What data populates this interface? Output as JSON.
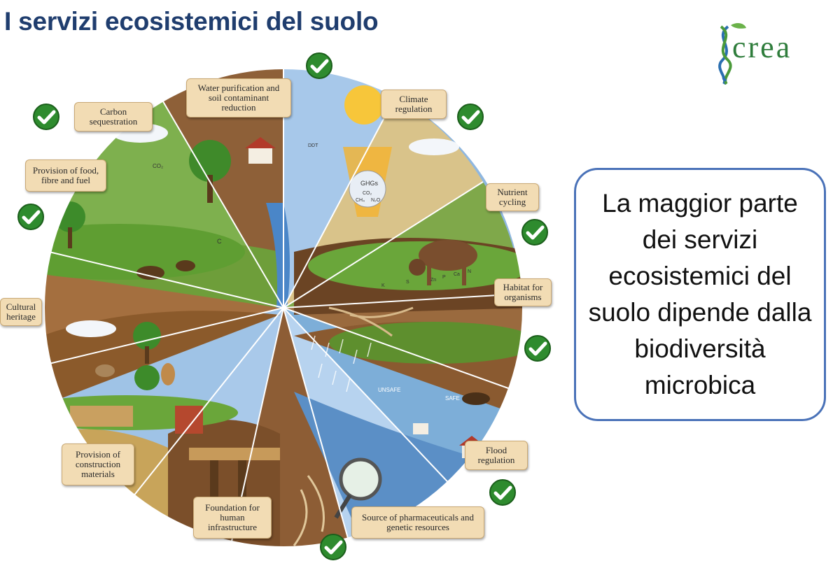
{
  "title": "I servizi ecosistemici del suolo",
  "logo": {
    "text": "crea"
  },
  "diagram": {
    "labels": {
      "carbon": "Carbon sequestration",
      "water": "Water purification and soil contaminant reduction",
      "climate": "Climate regulation",
      "food": "Provision of food, fibre and fuel",
      "nutrient": "Nutrient cycling",
      "habitat": "Habitat for organisms",
      "cultural": "Cultural heritage",
      "construction": "Provision of construction materials",
      "flood": "Flood regulation",
      "foundation": "Foundation for human infrastructure",
      "pharma": "Source of pharmaceuticals and genetic resources"
    },
    "inline_text": {
      "ghgs": "GHGs",
      "co2": "CO₂",
      "ch4": "CH₄",
      "n2o": "N₂O",
      "co2_left": "CO₂",
      "ddt": "DDT",
      "unsafe": "UNSAFE",
      "safe": "SAFE",
      "c": "C",
      "k": "K",
      "s": "S",
      "zn": "Zn",
      "p": "P",
      "ca": "Ca",
      "n": "N"
    }
  },
  "callout": "La maggior parte dei servizi ecosistemici del suolo dipende dalla biodiversità microbica",
  "colors": {
    "title": "#1f3d6e",
    "check": "#2e8b2e",
    "callout_border": "#4a72b8",
    "label_bg": "#f2dcb4"
  }
}
